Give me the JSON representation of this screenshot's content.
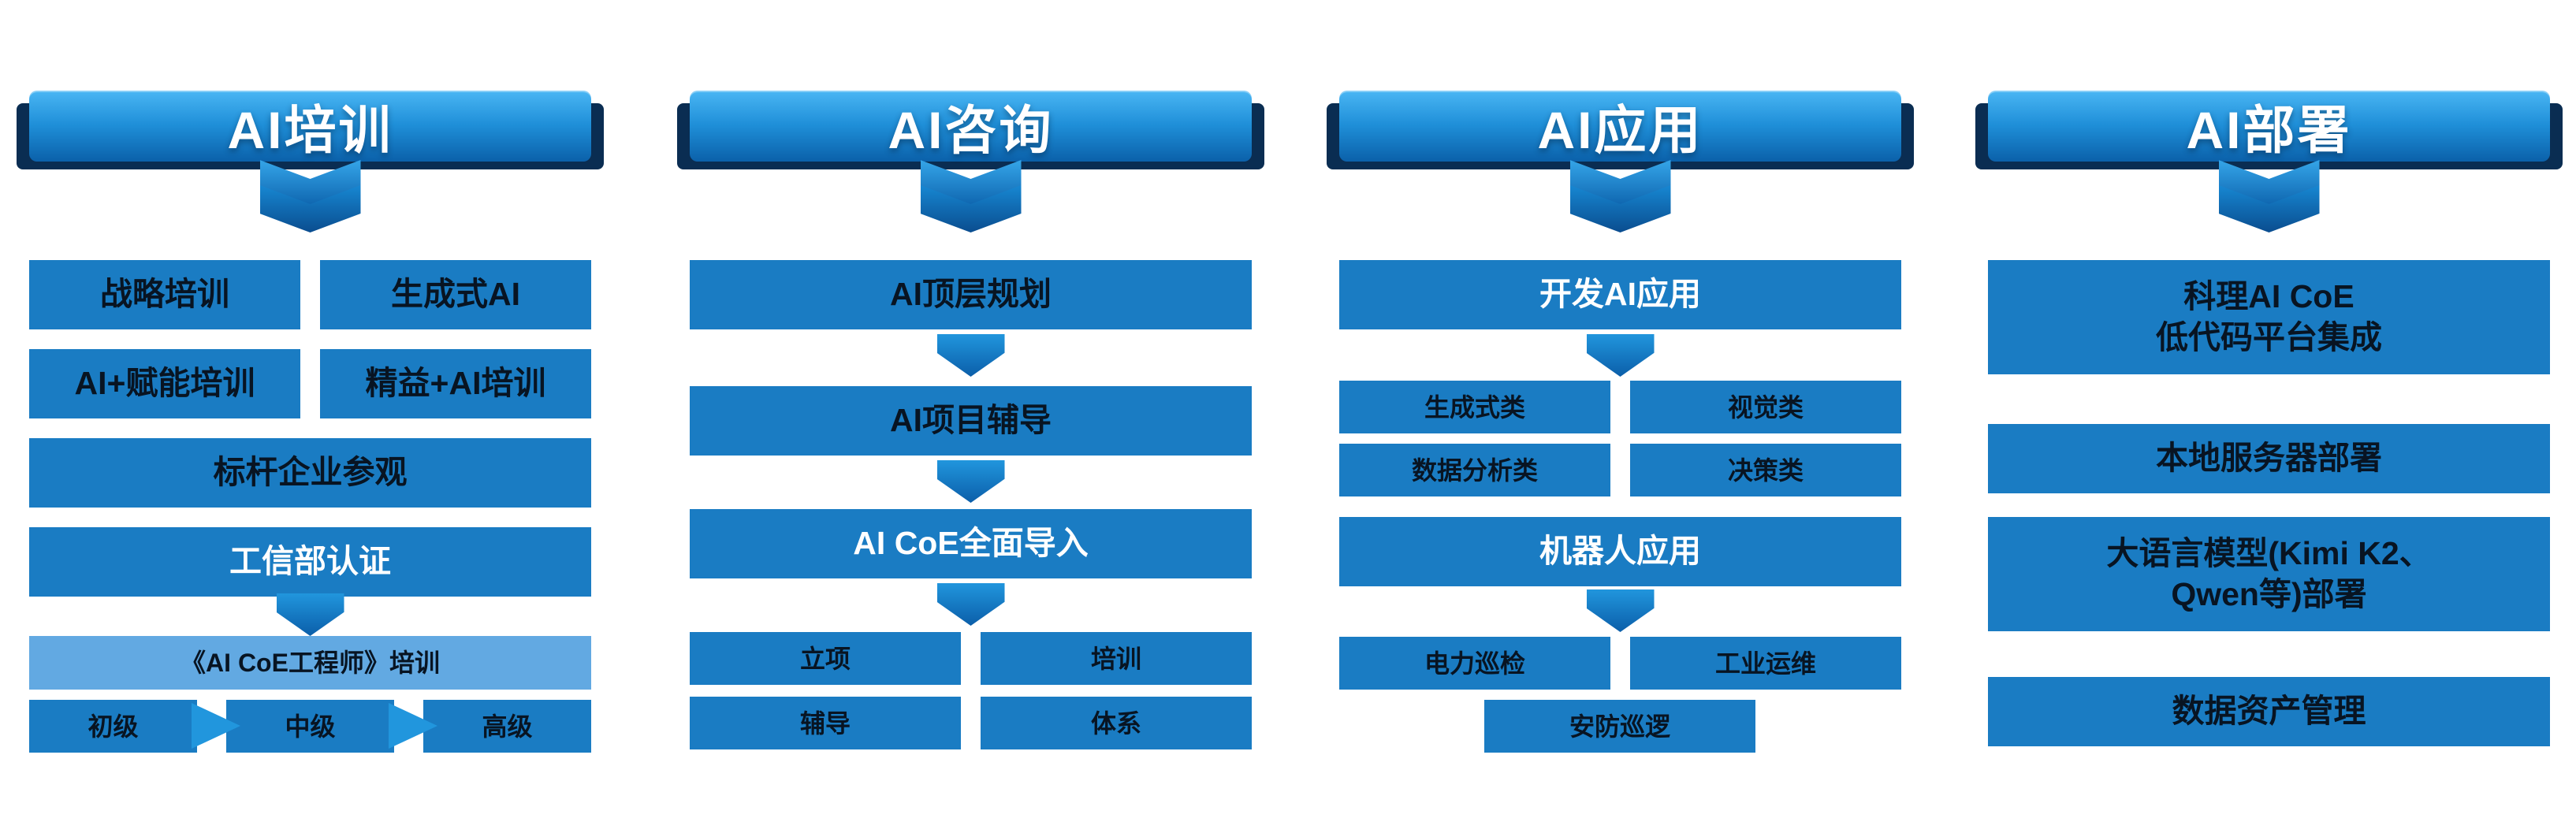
{
  "diagram": {
    "colors": {
      "box_blue": "#1a7cc3",
      "box_light_blue": "#62a9e2",
      "banner_dark_navy": "#0a2d52",
      "banner_gradient_top": "#4ab6f4",
      "banner_gradient_bottom": "#0b61aa",
      "text_dark": "#081422",
      "text_white": "#ffffff"
    },
    "columns": [
      {
        "title": "AI培训",
        "items": [
          "战略培训",
          "生成式AI",
          "AI+赋能培训",
          "精益+AI培训",
          "标杆企业参观",
          "工信部认证",
          "《AI CoE工程师》培训",
          "初级",
          "中级",
          "高级"
        ]
      },
      {
        "title": "AI咨询",
        "items": [
          "AI顶层规划",
          "AI项目辅导",
          "AI CoE全面导入",
          "立项",
          "培训",
          "辅导",
          "体系"
        ]
      },
      {
        "title": "AI应用",
        "items": [
          "开发AI应用",
          "生成式类",
          "视觉类",
          "数据分析类",
          "决策类",
          "机器人应用",
          "电力巡检",
          "工业运维",
          "安防巡逻"
        ]
      },
      {
        "title": "AI部署",
        "items": [
          "科理AI CoE\n低代码平台集成",
          "本地服务器部署",
          "大语言模型(Kimi K2、\nQwen等)部署",
          "数据资产管理"
        ]
      }
    ]
  }
}
